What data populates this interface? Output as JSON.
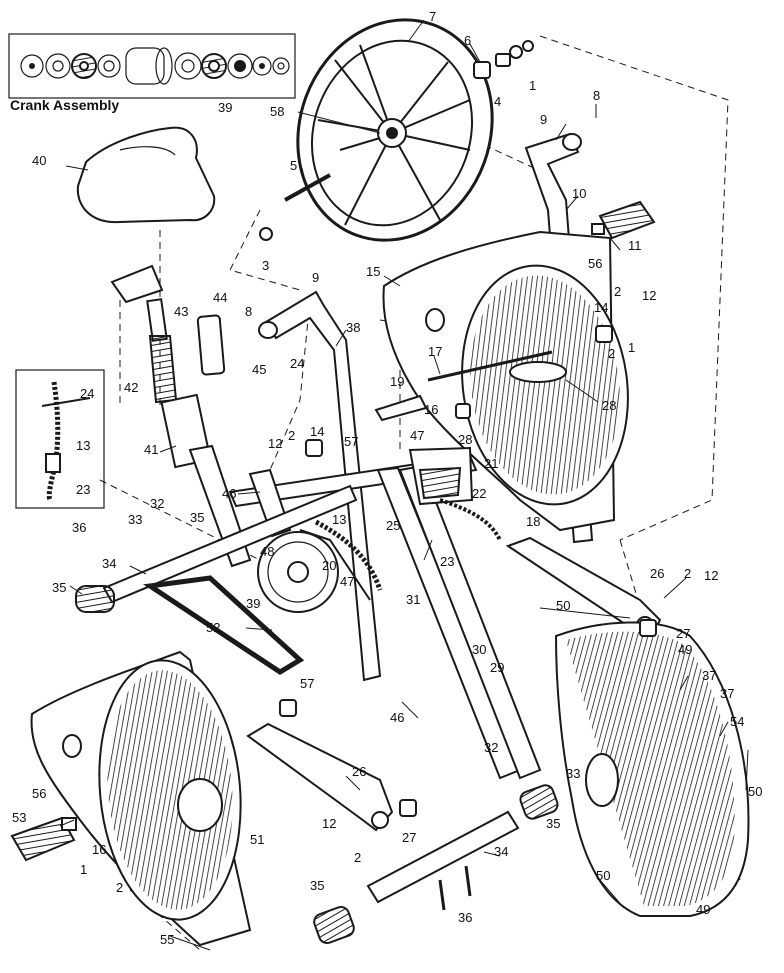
{
  "crank_assembly": {
    "title": "Crank Assembly",
    "ref": "39"
  },
  "callouts": {
    "c1a": "1",
    "c1b": "1",
    "c1c": "1",
    "c2a": "2",
    "c2b": "2",
    "c2c": "2",
    "c2d": "2",
    "c2e": "2",
    "c2f": "2",
    "c3": "3",
    "c4": "4",
    "c5": "5",
    "c6": "6",
    "c7": "7",
    "c8a": "8",
    "c8b": "8",
    "c9a": "9",
    "c9b": "9",
    "c10": "10",
    "c11": "11",
    "c12a": "12",
    "c12b": "12",
    "c12c": "12",
    "c12d": "12",
    "c13a": "13",
    "c13b": "13",
    "c14a": "14",
    "c14b": "14",
    "c15": "15",
    "c16a": "16",
    "c16b": "16",
    "c17": "17",
    "c18": "18",
    "c19": "19",
    "c20": "20",
    "c21": "21",
    "c22": "22",
    "c23a": "23",
    "c23b": "23",
    "c24a": "24",
    "c24b": "24",
    "c25": "25",
    "c26a": "26",
    "c26b": "26",
    "c27a": "27",
    "c27b": "27",
    "c28a": "28",
    "c28b": "28",
    "c29": "29",
    "c30": "30",
    "c31": "31",
    "c32a": "32",
    "c32b": "32",
    "c33a": "33",
    "c33b": "33",
    "c34a": "34",
    "c34b": "34",
    "c35a": "35",
    "c35b": "35",
    "c35c": "35",
    "c35d": "35",
    "c36a": "36",
    "c36b": "36",
    "c37a": "37",
    "c37b": "37",
    "c38": "38",
    "c39": "39",
    "c40": "40",
    "c41": "41",
    "c42": "42",
    "c43": "43",
    "c44": "44",
    "c45": "45",
    "c46a": "46",
    "c46b": "46",
    "c47a": "47",
    "c47b": "47",
    "c48": "48",
    "c49a": "49",
    "c49b": "49",
    "c50a": "50",
    "c50b": "50",
    "c50c": "50",
    "c51": "51",
    "c52": "52",
    "c53": "53",
    "c54": "54",
    "c55": "55",
    "c56a": "56",
    "c56b": "56",
    "c57a": "57",
    "c57b": "57",
    "c58": "58"
  },
  "colors": {
    "ink": "#1a1a1a",
    "paper": "#ffffff"
  }
}
